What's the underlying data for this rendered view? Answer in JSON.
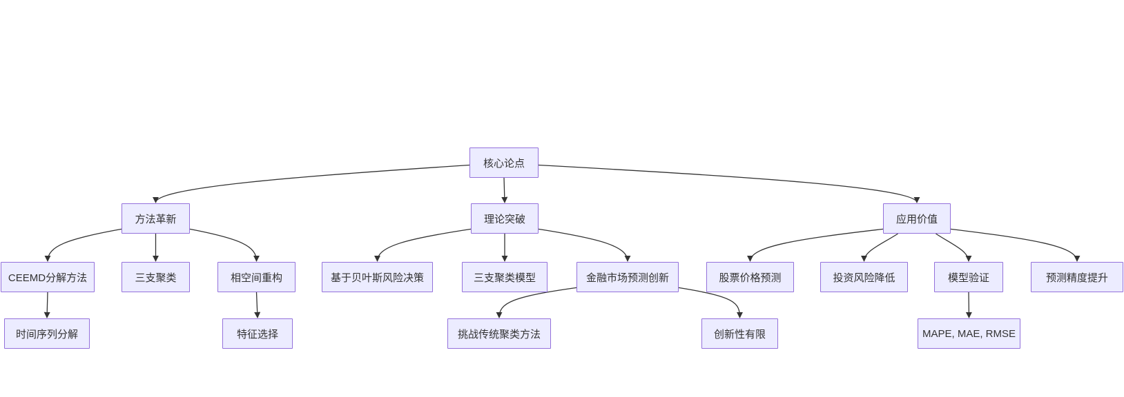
{
  "diagram": {
    "type": "flowchart-top-down",
    "nodes": [
      {
        "id": "core",
        "label": "核心论点"
      },
      {
        "id": "method",
        "label": "方法革新"
      },
      {
        "id": "theory",
        "label": "理论突破"
      },
      {
        "id": "value",
        "label": "应用价值"
      },
      {
        "id": "ceemd",
        "label": "CEEMD分解方法"
      },
      {
        "id": "threeway",
        "label": "三支聚类"
      },
      {
        "id": "phase",
        "label": "相空间重构"
      },
      {
        "id": "bayes",
        "label": "基于贝叶斯风险决策"
      },
      {
        "id": "twcmodel",
        "label": "三支聚类模型"
      },
      {
        "id": "fininnov",
        "label": "金融市场预测创新"
      },
      {
        "id": "stock",
        "label": "股票价格预测"
      },
      {
        "id": "risk",
        "label": "投资风险降低"
      },
      {
        "id": "validate",
        "label": "模型验证"
      },
      {
        "id": "precision",
        "label": "预测精度提升"
      },
      {
        "id": "tsdecomp",
        "label": "时间序列分解"
      },
      {
        "id": "feature",
        "label": "特征选择"
      },
      {
        "id": "challenge",
        "label": "挑战传统聚类方法"
      },
      {
        "id": "limited",
        "label": "创新性有限"
      },
      {
        "id": "metrics",
        "label": "MAPE, MAE, RMSE"
      }
    ],
    "edges": [
      [
        "core",
        "method"
      ],
      [
        "core",
        "theory"
      ],
      [
        "core",
        "value"
      ],
      [
        "method",
        "ceemd"
      ],
      [
        "method",
        "threeway"
      ],
      [
        "method",
        "phase"
      ],
      [
        "theory",
        "bayes"
      ],
      [
        "theory",
        "twcmodel"
      ],
      [
        "theory",
        "fininnov"
      ],
      [
        "value",
        "stock"
      ],
      [
        "value",
        "risk"
      ],
      [
        "value",
        "validate"
      ],
      [
        "value",
        "precision"
      ],
      [
        "ceemd",
        "tsdecomp"
      ],
      [
        "phase",
        "feature"
      ],
      [
        "fininnov",
        "challenge"
      ],
      [
        "fininnov",
        "limited"
      ],
      [
        "validate",
        "metrics"
      ]
    ]
  },
  "colors": {
    "background": "#FFFFFF",
    "node_fill": "#ECECFF",
    "node_border": "#9370DB",
    "edge": "#333333",
    "text": "#333333"
  }
}
